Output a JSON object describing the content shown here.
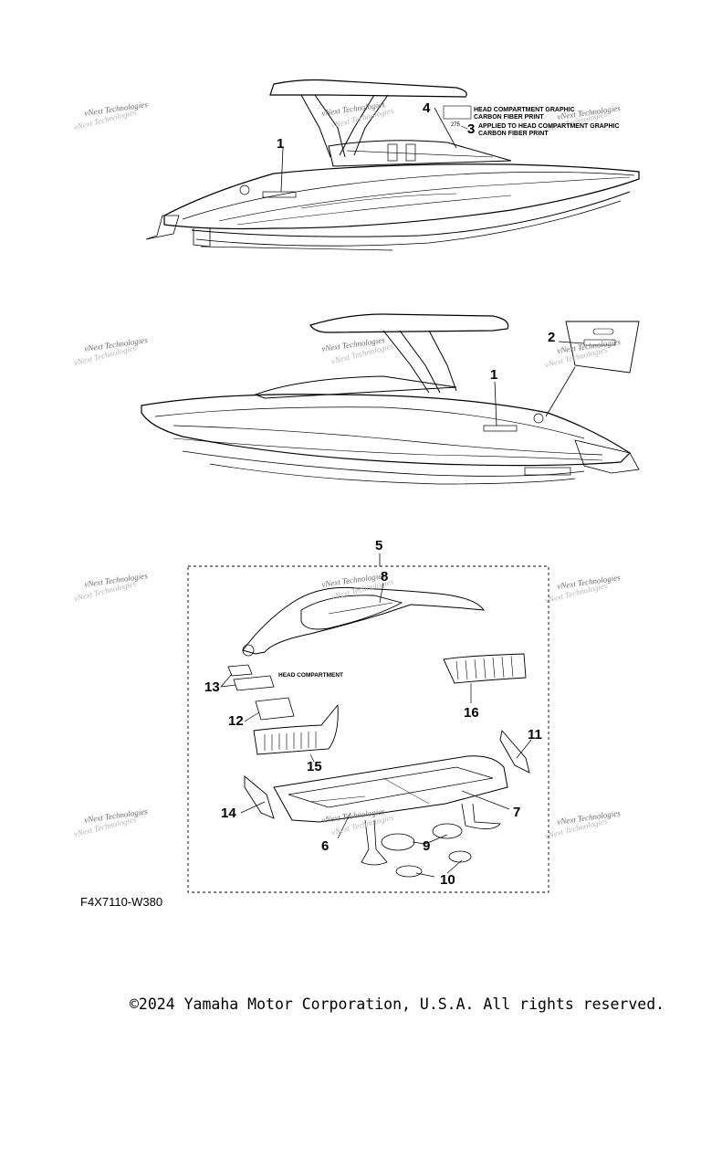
{
  "watermark": "vNext Technologies",
  "callouts": {
    "c1": "1",
    "c2": "2",
    "c3": "3",
    "c4": "4",
    "c5": "5",
    "c6": "6",
    "c7": "7",
    "c8": "8",
    "c9": "9",
    "c10": "10",
    "c11": "11",
    "c12": "12",
    "c13": "13",
    "c14": "14",
    "c15": "15",
    "c16": "16",
    "c1b": "1"
  },
  "notes": {
    "head_graphic_line1": "HEAD COMPARTMENT GRAPHIC",
    "head_graphic_line2": "CARBON FIBER PRINT",
    "applied_line1": "APPLIED TO HEAD COMPARTMENT GRAPHIC",
    "applied_line2": "CARBON FIBER PRINT",
    "model_tag": "275",
    "head_compartment": "HEAD COMPARTMENT"
  },
  "diagram_code": "F4X7110-W380",
  "copyright": "©2024 Yamaha Motor Corporation, U.S.A. All rights reserved."
}
